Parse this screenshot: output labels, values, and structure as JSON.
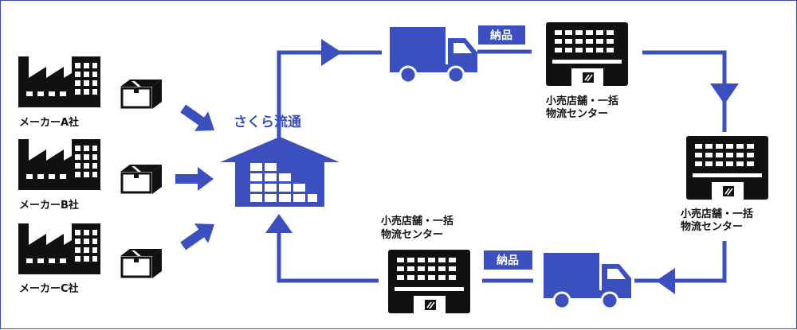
{
  "colors": {
    "accent": "#3b4fbf",
    "dark": "#111111",
    "background": "#ffffff"
  },
  "manufacturers": [
    {
      "label": "メーカーA社"
    },
    {
      "label": "メーカーB社"
    },
    {
      "label": "メーカーC社"
    }
  ],
  "hub": {
    "label": "さくら流通"
  },
  "centers": [
    {
      "label_line1": "小売店舗・一括",
      "label_line2": "物流センター"
    },
    {
      "label_line1": "小売店舗・一括",
      "label_line2": "物流センター"
    },
    {
      "label_line1": "小売店舗・一括",
      "label_line2": "物流センター"
    }
  ],
  "delivery_badges": [
    {
      "label": "納品"
    },
    {
      "label": "納品"
    }
  ],
  "icons": [
    "factory-icon",
    "package-box-icon",
    "warehouse-icon",
    "delivery-truck-icon",
    "store-building-icon",
    "arrow-icon"
  ]
}
